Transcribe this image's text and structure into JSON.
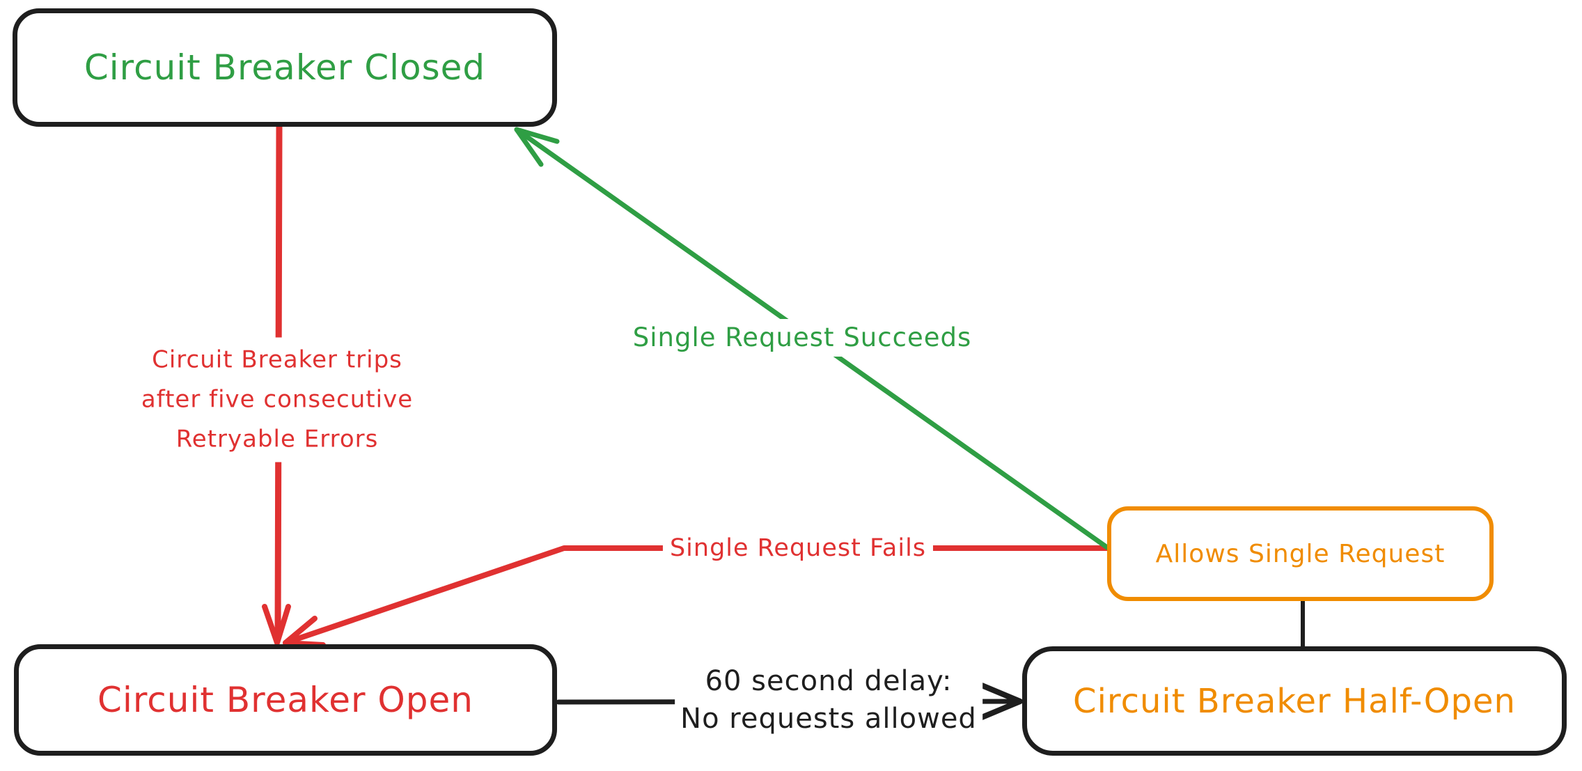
{
  "canvas": {
    "background": "#ffffff"
  },
  "palette": {
    "red": "#e03131",
    "green": "#2f9e44",
    "orange": "#f08c00",
    "ink": "#1e1e1e"
  },
  "nodes": {
    "closed": {
      "label": "Circuit Breaker Closed",
      "text_color": "#2f9e44",
      "border_color": "#1e1e1e"
    },
    "open": {
      "label": "Circuit Breaker Open",
      "text_color": "#e03131",
      "border_color": "#1e1e1e"
    },
    "half_open": {
      "label": "Circuit Breaker Half-Open",
      "text_color": "#f08c00",
      "border_color": "#1e1e1e"
    },
    "allows_single_request": {
      "label": "Allows Single Request",
      "text_color": "#f08c00",
      "border_color": "#f08c00"
    }
  },
  "edges": {
    "trips": {
      "from": "closed",
      "to": "open",
      "color": "#e03131",
      "lines": [
        "Circuit Breaker trips",
        "after five consecutive",
        "Retryable Errors"
      ]
    },
    "succeeds": {
      "from": "allows_single_request",
      "to": "closed",
      "color": "#2f9e44",
      "label": "Single Request Succeeds"
    },
    "fails": {
      "from": "allows_single_request",
      "to": "open",
      "color": "#e03131",
      "label": "Single Request Fails"
    },
    "delay": {
      "from": "open",
      "to": "half_open",
      "color": "#1e1e1e",
      "lines": [
        "60 second delay:",
        "No requests allowed"
      ]
    },
    "half_open_link": {
      "from": "half_open",
      "to": "allows_single_request",
      "color": "#1e1e1e",
      "label": ""
    }
  }
}
